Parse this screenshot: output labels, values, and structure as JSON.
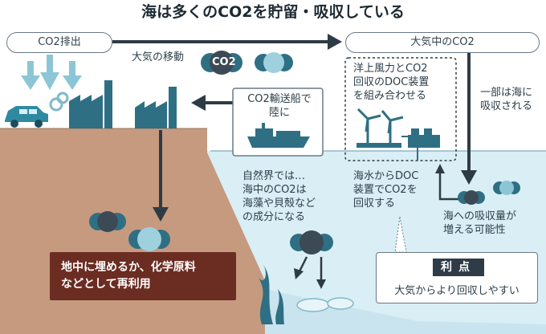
{
  "title": "海は多くのCO2を貯留・吸収している",
  "labels": {
    "emission": "CO2排出",
    "atmosphere": "大気中のCO2",
    "transport": "大気の移動",
    "co2_symbol": "CO2"
  },
  "doc": {
    "line1": "洋上風力とCO2",
    "line2": "回収のDOC装置",
    "line3": "を組み合わせる"
  },
  "absorb": {
    "line1": "一部は海に",
    "line2": "吸収される"
  },
  "ship": {
    "line1": "CO2輸送船で",
    "line2": "陸に"
  },
  "nature": {
    "line1": "自然界では…",
    "line2": "海中のCO2は",
    "line3": "海藻や貝殻など",
    "line4": "の成分になる"
  },
  "recovery": {
    "line1": "海水からDOC",
    "line2": "装置でCO2を",
    "line3": "回収する"
  },
  "increase": {
    "line1": "海への吸収量が",
    "line2": "増える可能性"
  },
  "storage": {
    "line1": "地中に埋めるか、化学原料",
    "line2": "などとして再利用"
  },
  "merit": {
    "heading": "利点",
    "body": "大気からより回収しやすい"
  },
  "colors": {
    "sea": "#d9eef5",
    "land": "#c69a7e",
    "accent_teal": "#2f6f83",
    "dark_box": "#6b2c22",
    "arrow": "#2e3b45"
  }
}
